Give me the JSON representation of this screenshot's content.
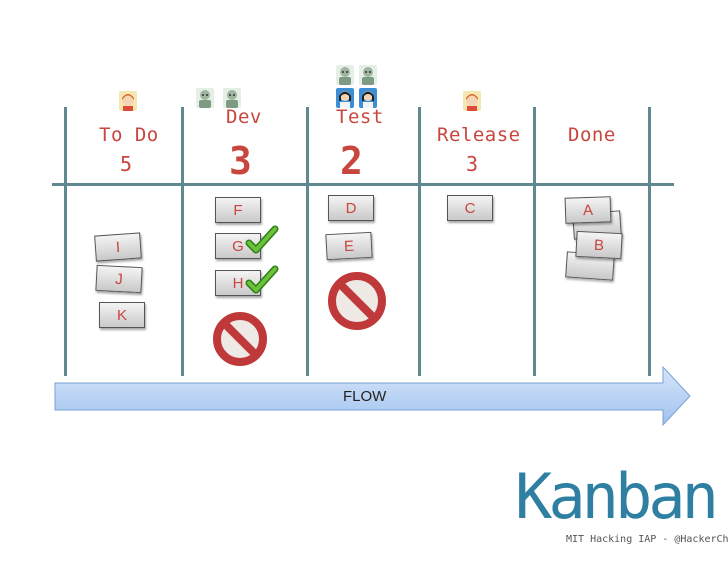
{
  "board": {
    "columns": [
      {
        "title": "To Do",
        "count": "5"
      },
      {
        "title": "Dev",
        "count": "3"
      },
      {
        "title": "Test",
        "count": "2"
      },
      {
        "title": "Release",
        "count": "3"
      },
      {
        "title": "Done",
        "count": ""
      }
    ],
    "cards": {
      "todo": [
        "I",
        "J",
        "K"
      ],
      "dev": [
        "F",
        "G",
        "H"
      ],
      "test": [
        "D",
        "E"
      ],
      "release": [
        "C"
      ],
      "done": [
        "A",
        "B"
      ]
    },
    "flow_label": "FLOW"
  },
  "brand": {
    "title": "Kanban",
    "credit": "MIT Hacking IAP - @HackerChick"
  },
  "icons": {
    "blocked": "no-entry-icon",
    "done": "check-mark-icon",
    "person": "person-avatar-icon"
  },
  "colors": {
    "heading": "#c8463e",
    "lines": "#5f8890",
    "arrow": "#aecdf0",
    "brand": "#2f7fa3",
    "blocked": "#c0393a",
    "check": "#4ea829"
  }
}
